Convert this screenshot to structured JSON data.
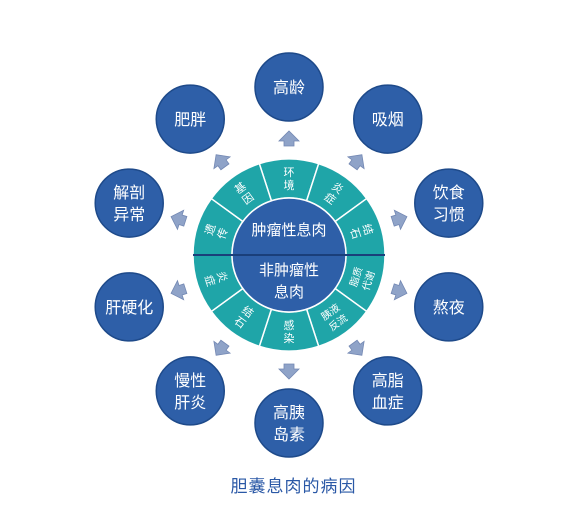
{
  "diagram": {
    "caption": "胆囊息肉的病因",
    "center": {
      "top_label": "肿瘤性息肉",
      "bottom_label": [
        "非肿瘤性",
        "息肉"
      ]
    },
    "ring_segments": [
      {
        "lines": [
          "环",
          "境"
        ]
      },
      {
        "lines": [
          "炎",
          "症"
        ]
      },
      {
        "lines": [
          "结",
          "石"
        ]
      },
      {
        "lines": [
          "脂质",
          "代谢"
        ]
      },
      {
        "lines": [
          "胰液",
          "反流"
        ]
      },
      {
        "lines": [
          "感",
          "染"
        ]
      },
      {
        "lines": [
          "结",
          "石"
        ]
      },
      {
        "lines": [
          "炎",
          "症"
        ]
      },
      {
        "lines": [
          "遗",
          "传"
        ]
      },
      {
        "lines": [
          "基",
          "因"
        ]
      }
    ],
    "outer_factors": [
      {
        "lines": [
          "高龄"
        ]
      },
      {
        "lines": [
          "吸烟"
        ]
      },
      {
        "lines": [
          "饮食",
          "习惯"
        ]
      },
      {
        "lines": [
          "熬夜"
        ]
      },
      {
        "lines": [
          "高脂",
          "血症"
        ]
      },
      {
        "lines": [
          "高胰",
          "岛素"
        ]
      },
      {
        "lines": [
          "慢性",
          "肝炎"
        ]
      },
      {
        "lines": [
          "肝硬化"
        ]
      },
      {
        "lines": [
          "解剖",
          "异常"
        ]
      },
      {
        "lines": [
          "肥胖"
        ]
      }
    ],
    "colors": {
      "outer_circle": "#2e5fa8",
      "outer_circle_stroke": "#1e4a8a",
      "ring": "#1fa5a8",
      "ring_stroke": "#ffffff",
      "inner_circle": "#2e5fa8",
      "arrow": "#8fa3c8",
      "text_light": "#ffffff",
      "caption": "#2a58a6"
    }
  }
}
